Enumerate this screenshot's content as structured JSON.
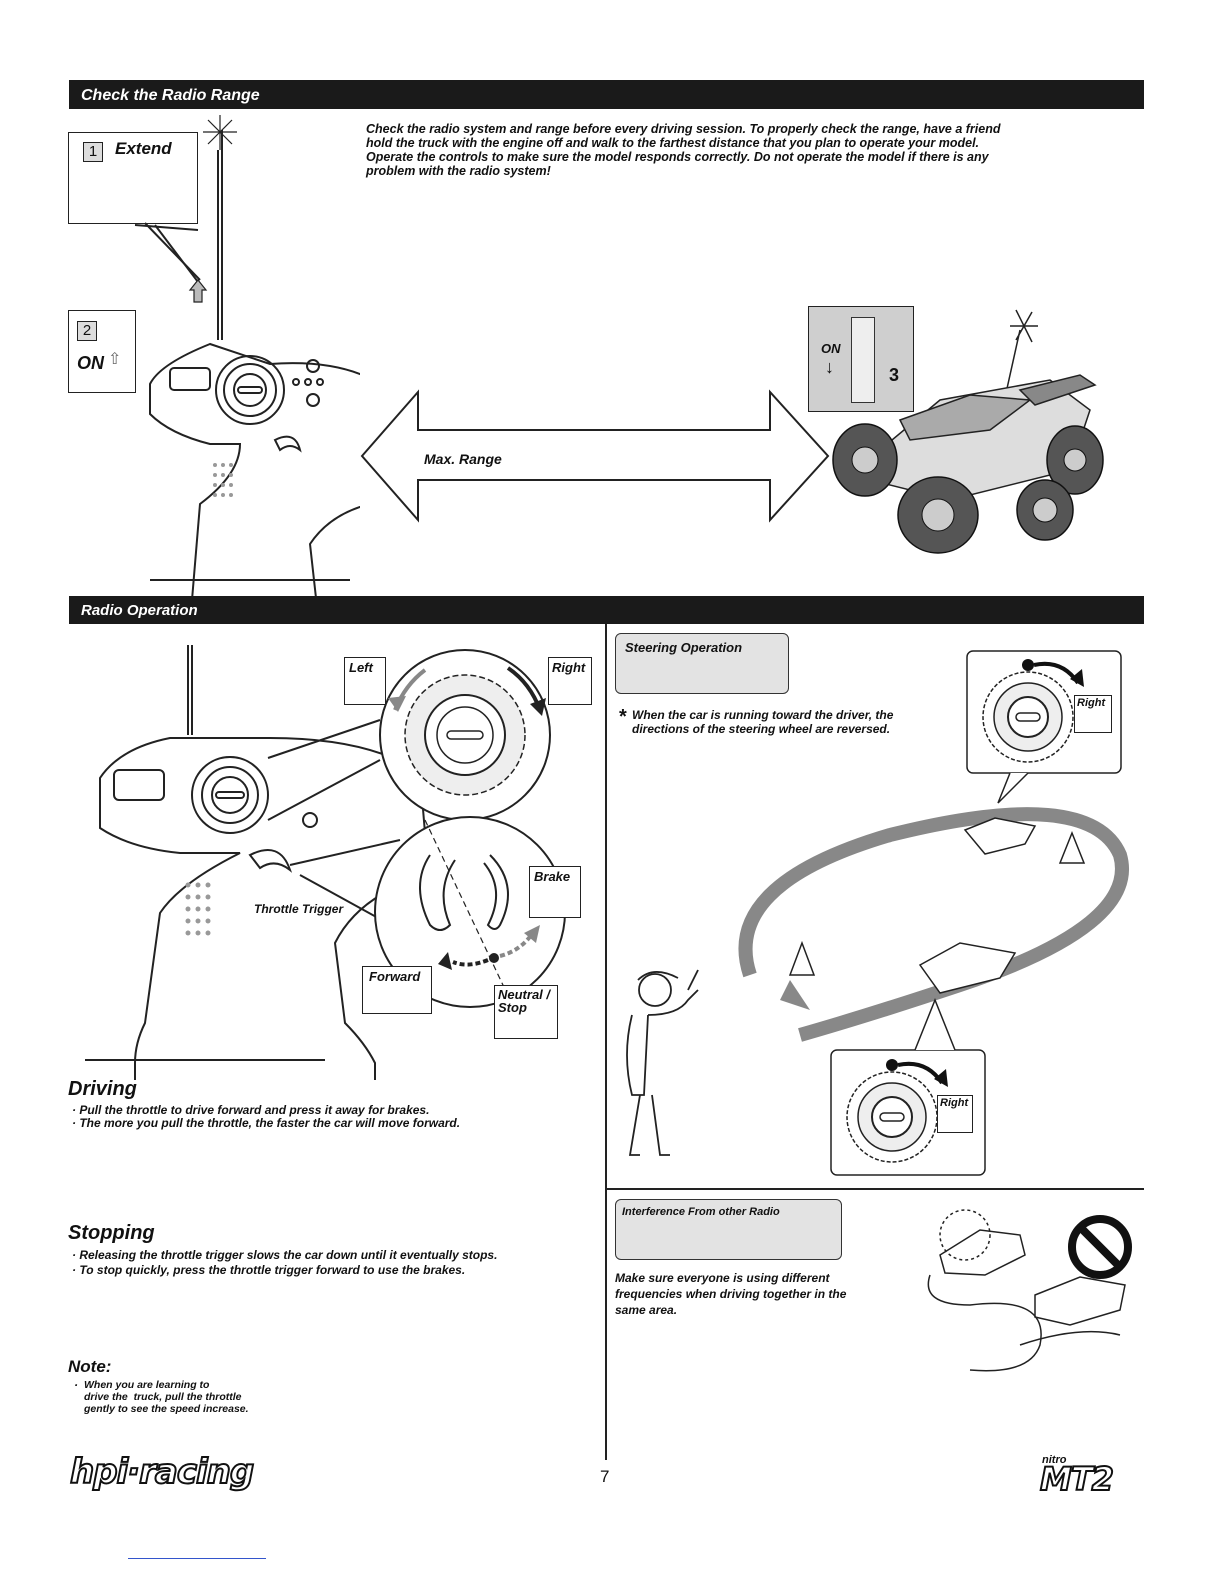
{
  "radio_range": {
    "banner": "Check the Radio Range",
    "step1_num": "1",
    "step1_label": "Extend",
    "step2_num": "2",
    "step2_label": "ON",
    "step3_switch_label": "ON",
    "step3_num": "3",
    "paragraph": "Check the radio system and range before every driving session. To properly check the range, have a friend hold the truck with the engine off and walk to the farthest distance that you plan to operate your model. Operate the controls to make sure the model responds correctly. Do not operate the model if there is any problem with the radio system!",
    "arrow_label": "Max. Range"
  },
  "radio_operation": {
    "banner": "Radio Operation",
    "left_label": "Left",
    "right_label": "Right",
    "brake_label": "Brake",
    "throttle_label": "Throttle Trigger",
    "forward_label": "Forward",
    "neutral_label": "Neutral /\nStop",
    "driving": {
      "title": "Driving",
      "bullets": [
        "Pull the throttle to drive forward and press it away for brakes.",
        "The more you pull the throttle, the faster the car will move forward."
      ]
    },
    "stopping": {
      "title": "Stopping",
      "bullets": [
        "Releasing the throttle trigger slows the car down until it eventually stops.",
        "To stop quickly, press the throttle trigger forward to use the brakes."
      ]
    },
    "note": {
      "title": "Note:",
      "text": "When you are learning to\ndrive the  truck, pull the throttle\ngently to see the speed increase."
    }
  },
  "steering": {
    "title": "Steering  Operation",
    "note": "When the car is running toward the driver, the\ndirections of the steering wheel are reversed.",
    "right_top": "Right",
    "right_bottom": "Right"
  },
  "interference": {
    "title": "Interference From other Radio",
    "text": "Make sure everyone is using different\nfrequencies when driving together in the\nsame area."
  },
  "footer": {
    "page_number": "7",
    "brand_left": "hpi·racing",
    "brand_right_small": "nitro",
    "brand_right": "MT2"
  }
}
